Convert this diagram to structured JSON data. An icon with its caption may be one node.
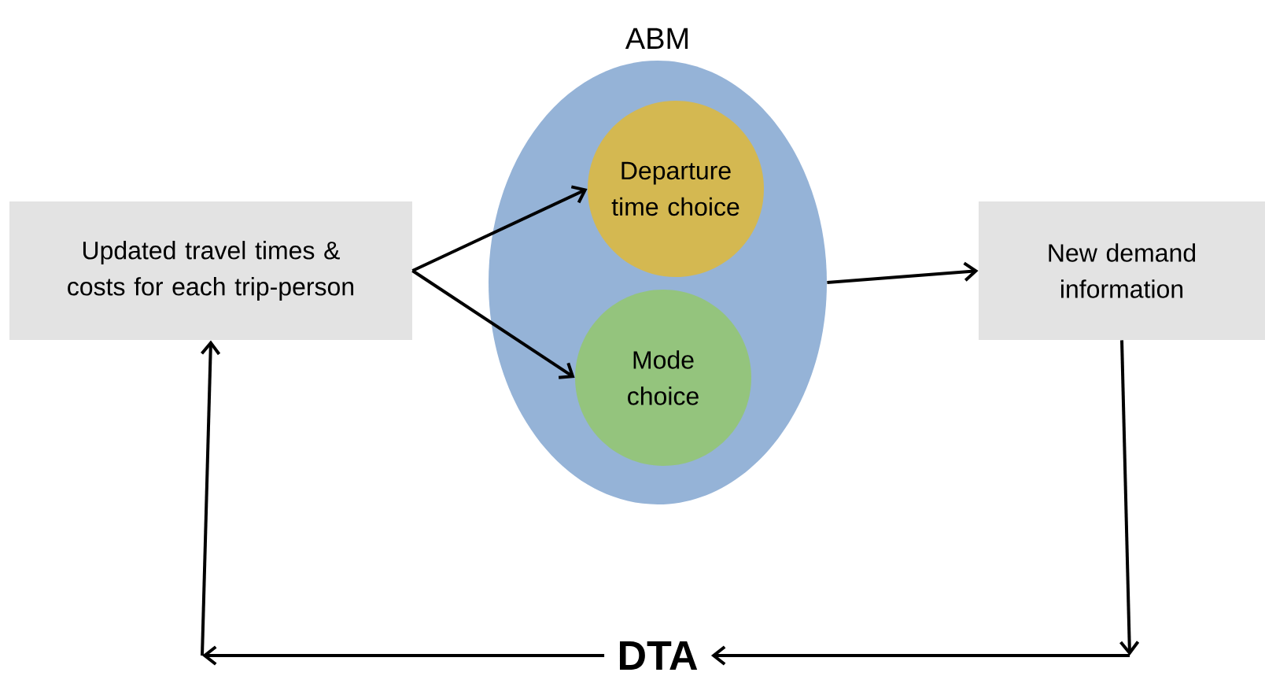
{
  "diagram": {
    "nodes": [
      {
        "text": [
          "ABM"
        ]
      },
      {
        "text": [
          "Departure time choice"
        ],
        "in": 0
      },
      {
        "text": [
          "Mode choice"
        ],
        "in": 0
      },
      {
        "text": [
          "Updated travel times & costs for each trip-person"
        ]
      },
      {
        "text": [
          "New demand information"
        ]
      },
      {
        "text": [
          "DTA"
        ]
      }
    ],
    "edges": [
      {
        "from": 3,
        "to": 1,
        "arrow": "to"
      },
      {
        "from": 3,
        "to": 2,
        "arrow": "to"
      },
      {
        "from": 0,
        "to": 4,
        "arrow": "to"
      },
      {
        "from": 4,
        "to": 5,
        "arrow": "to"
      },
      {
        "from": 5,
        "to": 3,
        "arrow": "to"
      }
    ]
  }
}
